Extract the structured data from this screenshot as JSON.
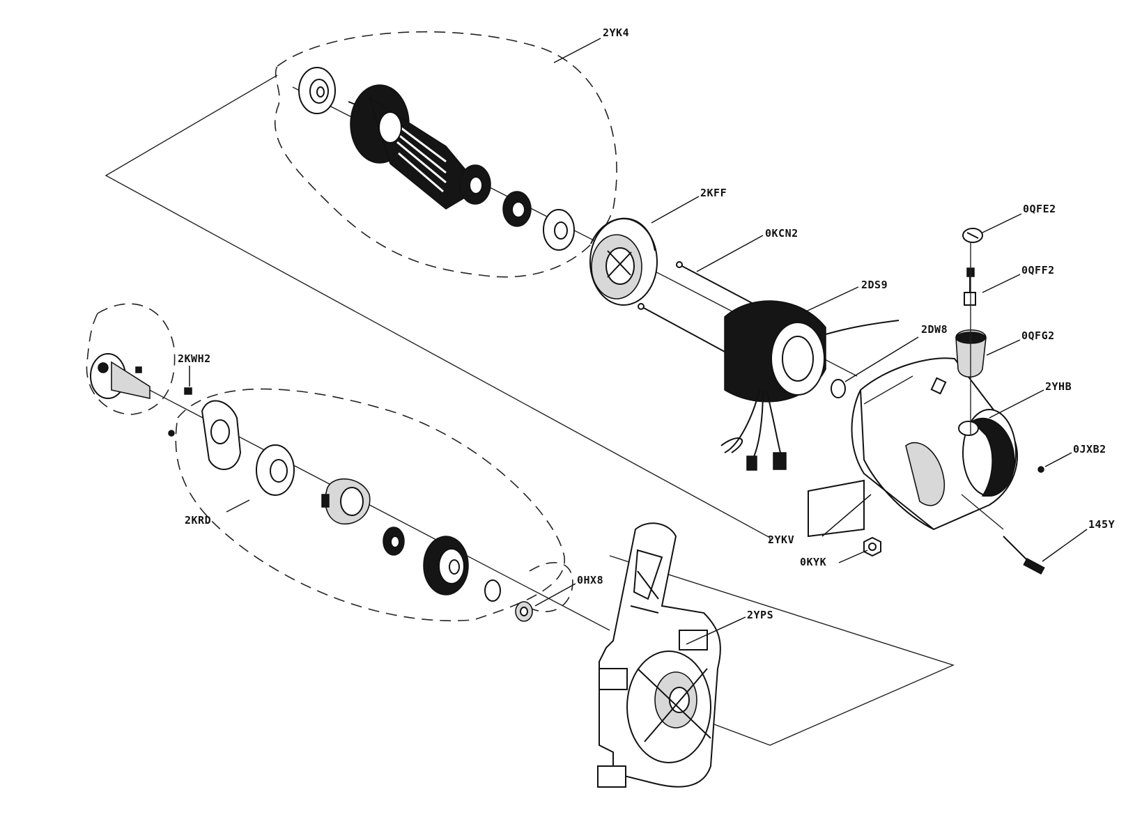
{
  "diagram": {
    "labels": {
      "armature": "2YK4",
      "bearing_ring": "2KFF",
      "long_screws": "0KCN2",
      "field_coil": "2DS9",
      "washer": "2DW8",
      "cap": "0QFE2",
      "brush_spring": "0QFF2",
      "brush_holder": "0QFG2",
      "motor_housing": "2YHB",
      "housing_screw": "0JXB2",
      "end_screw": "145Y",
      "nameplate": "2YKV",
      "nut": "0KYK",
      "spindle_assembly": "2KWH2",
      "gear_assembly": "2KRD",
      "bushing": "0HX8",
      "gear_housing": "2YPS"
    }
  }
}
